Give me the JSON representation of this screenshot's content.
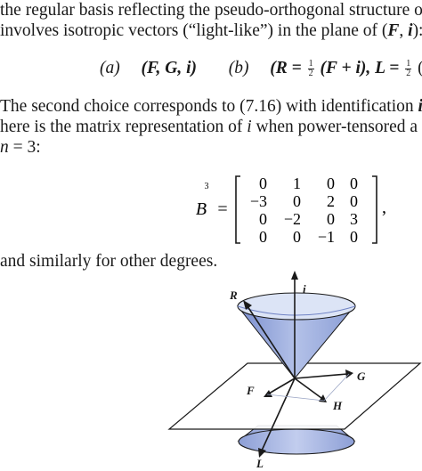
{
  "text": {
    "line1": "the regular basis reflecting the pseudo-orthogonal structure o",
    "line2_pre": "involves isotropic vectors (“light-like”) in the plane of (",
    "line2_F": "F",
    "line2_sep": ", ",
    "line2_i": "i",
    "line2_post": "):",
    "eq_a_label": "(a)",
    "eq_a_body": "(F, G, i)",
    "eq_b_label": "(b)",
    "eq_b_R": "(R = ",
    "eq_b_half_num": "1",
    "eq_b_half_den": "2",
    "eq_b_mid": " (F + i),  L = ",
    "eq_b_tail": " (",
    "line3_pre": "The second choice corresponds to (7.16) with identification ",
    "line3_i": "i",
    "line4_pre": "here is the matrix representation of ",
    "line4_i": "i",
    "line4_post": " when power-tensored a",
    "line5_n": "n",
    "line5_post": " = 3:",
    "line6": "and similarly for other degrees."
  },
  "matrix": {
    "name": "B",
    "superscript": "3",
    "equals": "=",
    "trailing": ",",
    "rows": [
      [
        "0",
        "1",
        "0",
        "0"
      ],
      [
        "−3",
        "0",
        "2",
        "0"
      ],
      [
        "0",
        "−2",
        "0",
        "3"
      ],
      [
        "0",
        "0",
        "−1",
        "0"
      ]
    ]
  },
  "figure": {
    "labels": {
      "R": "R",
      "i": "i",
      "G": "G",
      "F": "F",
      "H": "H",
      "L": "L"
    },
    "colors": {
      "cone_light": "#dce4f6",
      "cone_mid": "#a7b6e2",
      "cone_dark": "#7b8fcf",
      "stroke": "#1a1a1a"
    }
  }
}
